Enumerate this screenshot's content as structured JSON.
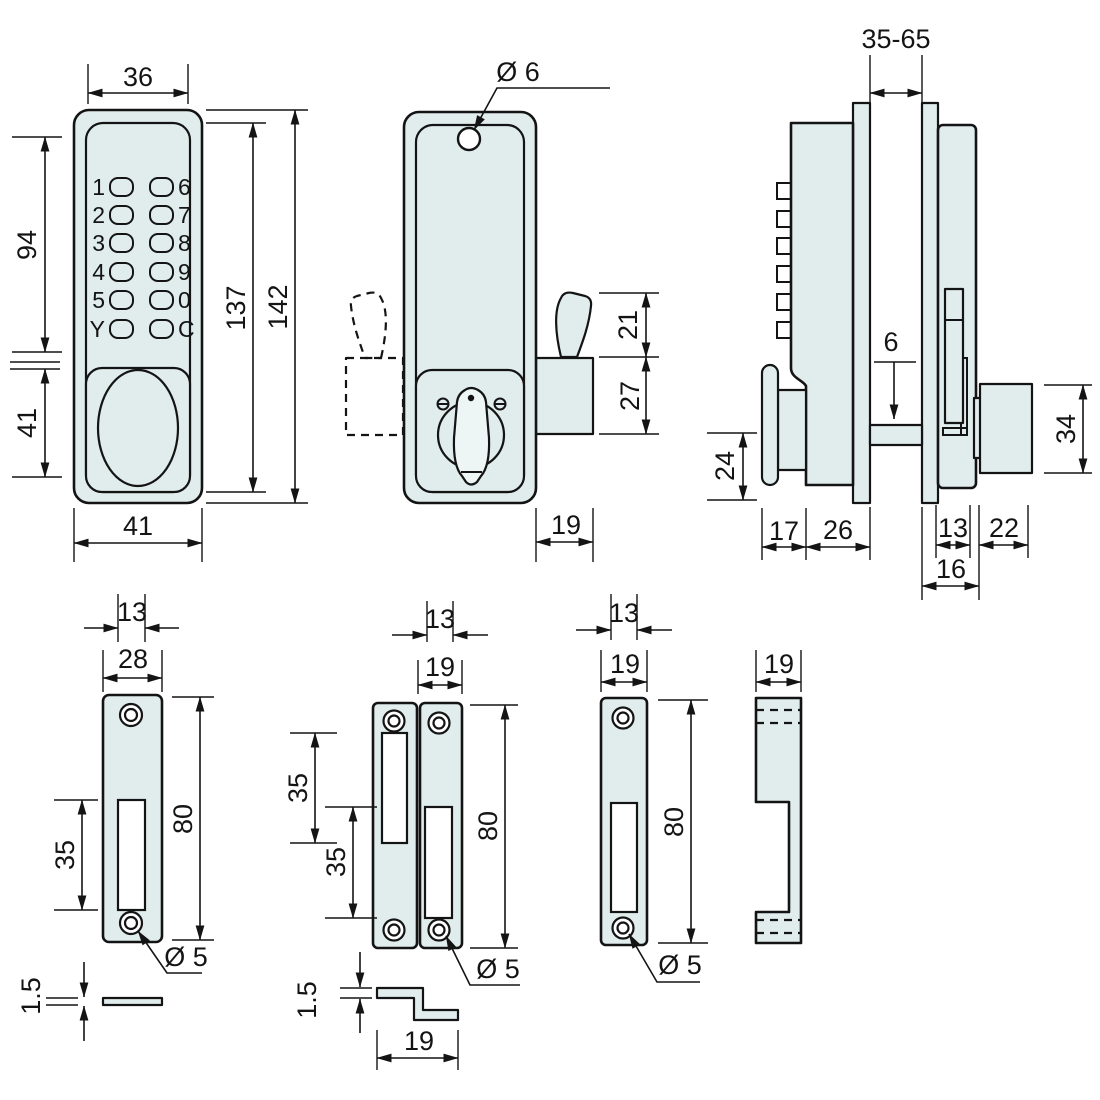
{
  "title": "Digital keypad lock technical drawing",
  "colors": {
    "part_fill": "#e0edec",
    "part_fill_light": "#eef6f5",
    "line": "#141414",
    "text": "#141414",
    "background": "#ffffff"
  },
  "front_view": {
    "keypad_left": [
      "1",
      "2",
      "3",
      "4",
      "5",
      "Y"
    ],
    "keypad_right": [
      "6",
      "7",
      "8",
      "9",
      "0",
      "C"
    ],
    "dims": {
      "top_width": "36",
      "keypad_height": "94",
      "knob_section_height": "41",
      "inner_height": "137",
      "total_height": "142",
      "bottom_width": "41"
    }
  },
  "back_view": {
    "dims": {
      "hole_diameter": "Ø 6",
      "lever_height": "21",
      "bolt_height": "27",
      "bolt_width": "19"
    }
  },
  "side_view": {
    "dims": {
      "door_thickness_range": "35-65",
      "spindle": "6",
      "knob_height": "24",
      "bolt_height": "34",
      "knob_depth": "17",
      "front_body_depth": "26",
      "back_offset": "13",
      "bolt_depth": "22",
      "back_total_depth": "16"
    }
  },
  "strike_a": {
    "dims": {
      "slot_width": "13",
      "plate_width": "28",
      "slot_height": "35",
      "plate_height": "80",
      "hole_diameter": "Ø 5",
      "thickness": "1.5"
    }
  },
  "strike_b": {
    "dims": {
      "slot_width": "13",
      "plate_width": "19",
      "upper_slot_height": "35",
      "lower_slot_height": "35",
      "plate_height": "80",
      "hole_diameter": "Ø 5",
      "thickness": "1.5",
      "profile_width": "19"
    }
  },
  "strike_c": {
    "dims": {
      "slot_width": "13",
      "plate_width": "19",
      "plate_height": "80",
      "hole_diameter": "Ø 5"
    }
  },
  "strike_d": {
    "dims": {
      "width": "19"
    }
  }
}
